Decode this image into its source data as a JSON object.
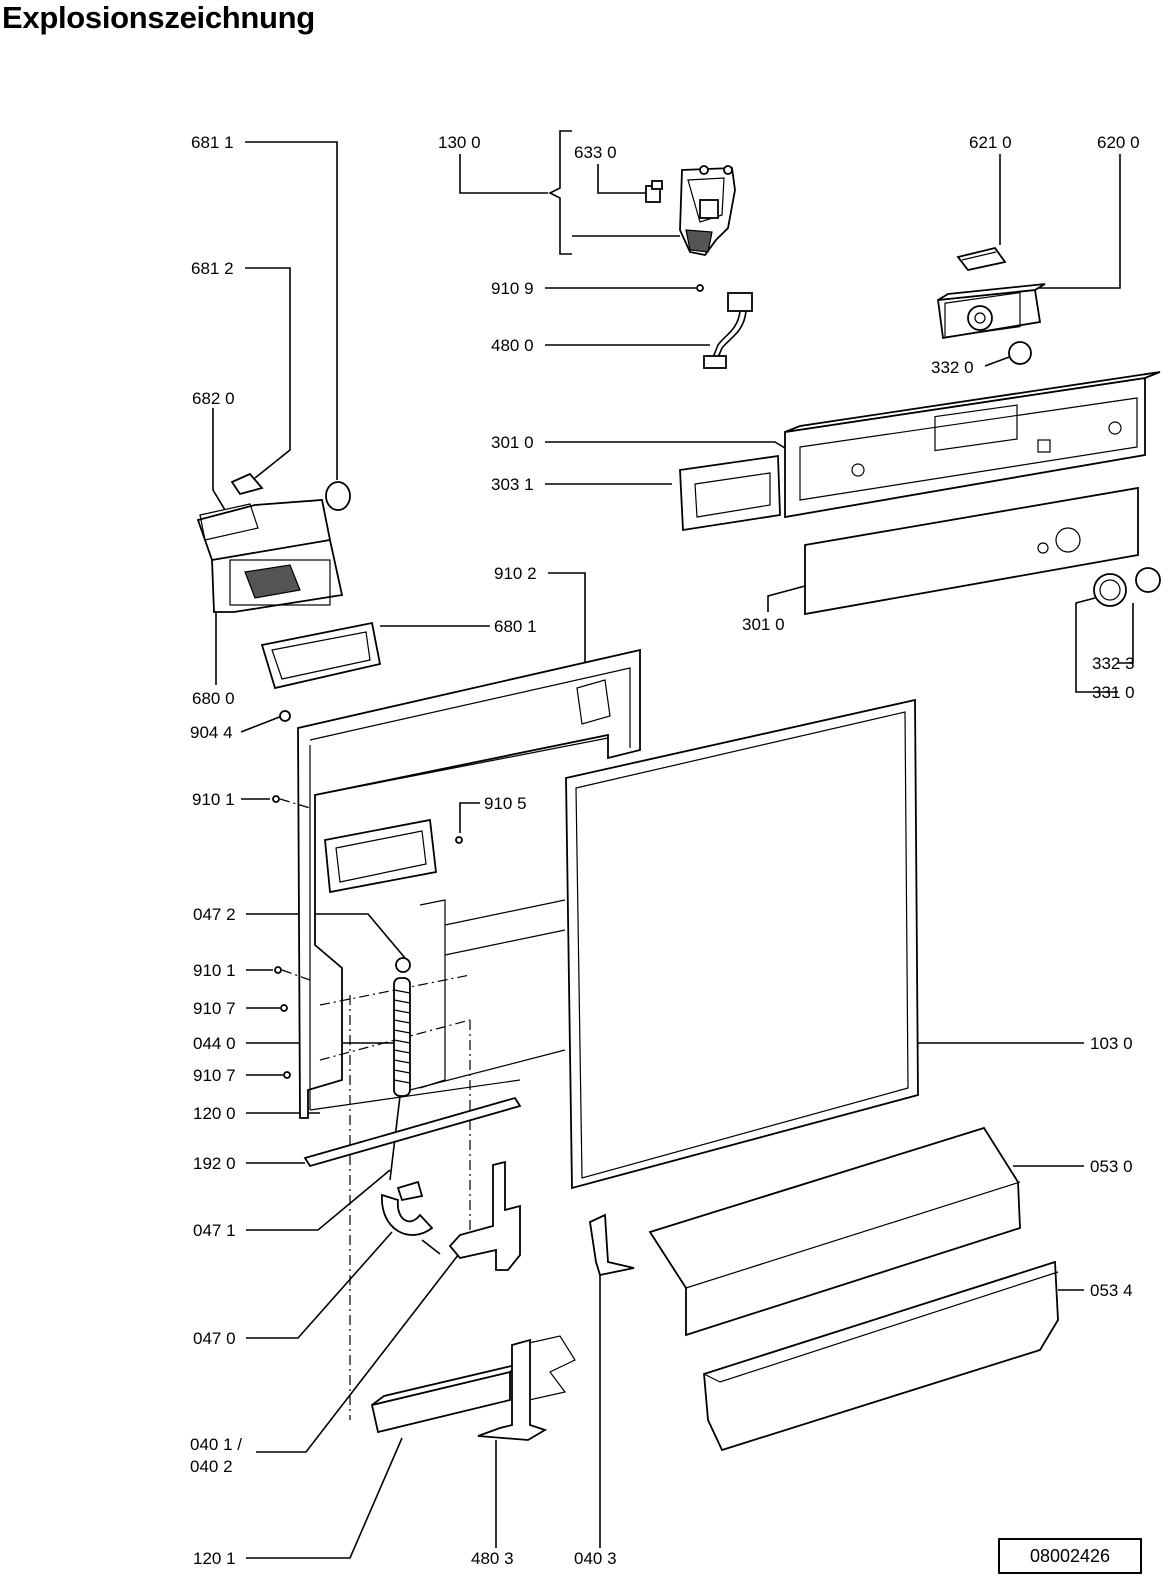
{
  "title": "Explosionszeichnung",
  "document_number": "08002426",
  "labels": {
    "l6811": "681 1",
    "l6812": "681 2",
    "l6820": "682 0",
    "l6800": "680 0",
    "l6801": "680 1",
    "l1300": "130 0",
    "l6330": "633 0",
    "l9109": "910 9",
    "l4800": "480 0",
    "l6210": "621 0",
    "l6200": "620 0",
    "l3320": "332 0",
    "l3010a": "301 0",
    "l3031": "303 1",
    "l3010b": "301 0",
    "l3323": "332 3",
    "l3310": "331 0",
    "l9102": "910 2",
    "l9044": "904 4",
    "l9101a": "910 1",
    "l9105": "910 5",
    "l0472": "047 2",
    "l9101b": "910 1",
    "l9107a": "910 7",
    "l0440": "044 0",
    "l9107b": "910 7",
    "l1200": "120 0",
    "l1920": "192 0",
    "l0471": "047 1",
    "l0470": "047 0",
    "l0401": "040 1 /",
    "l0402": "040 2",
    "l1201": "120 1",
    "l4803": "480 3",
    "l0403": "040 3",
    "l1030": "103 0",
    "l0530": "053 0",
    "l0534": "053 4"
  }
}
